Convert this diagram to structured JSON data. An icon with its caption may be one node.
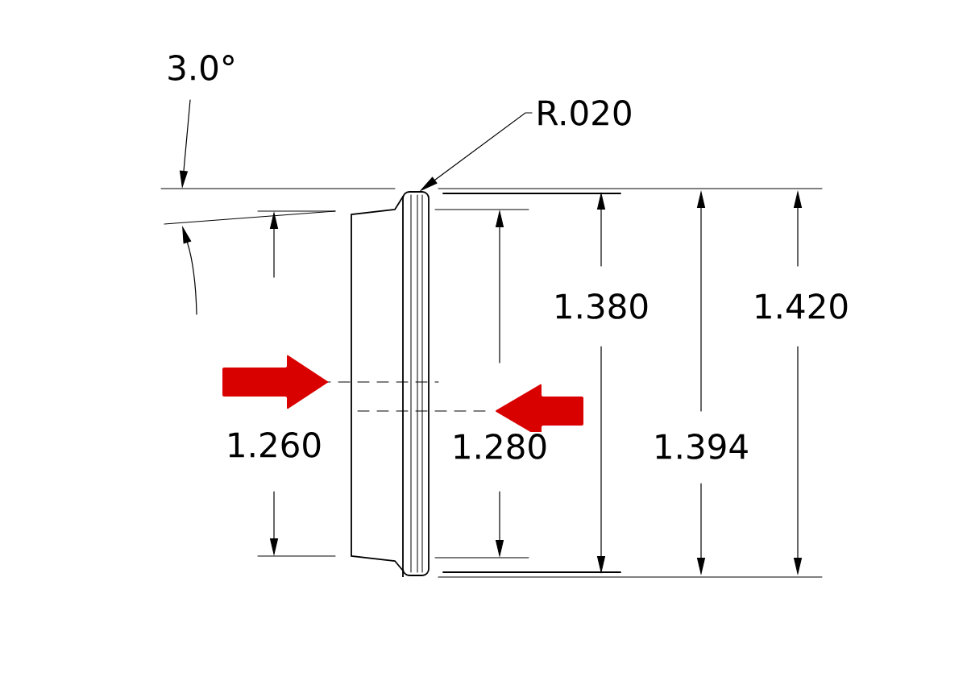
{
  "diagram": {
    "nodes": [
      {
        "text": [],
        "shape": "picture"
      },
      {
        "text": [
          "R.020"
        ]
      }
    ],
    "edges": [
      {
        "from": 1,
        "to": 0,
        "arrow": "to"
      }
    ],
    "labels": [
      "3.0°",
      "1.380",
      "1.420",
      "1.260",
      "1.280",
      "1.394"
    ]
  }
}
